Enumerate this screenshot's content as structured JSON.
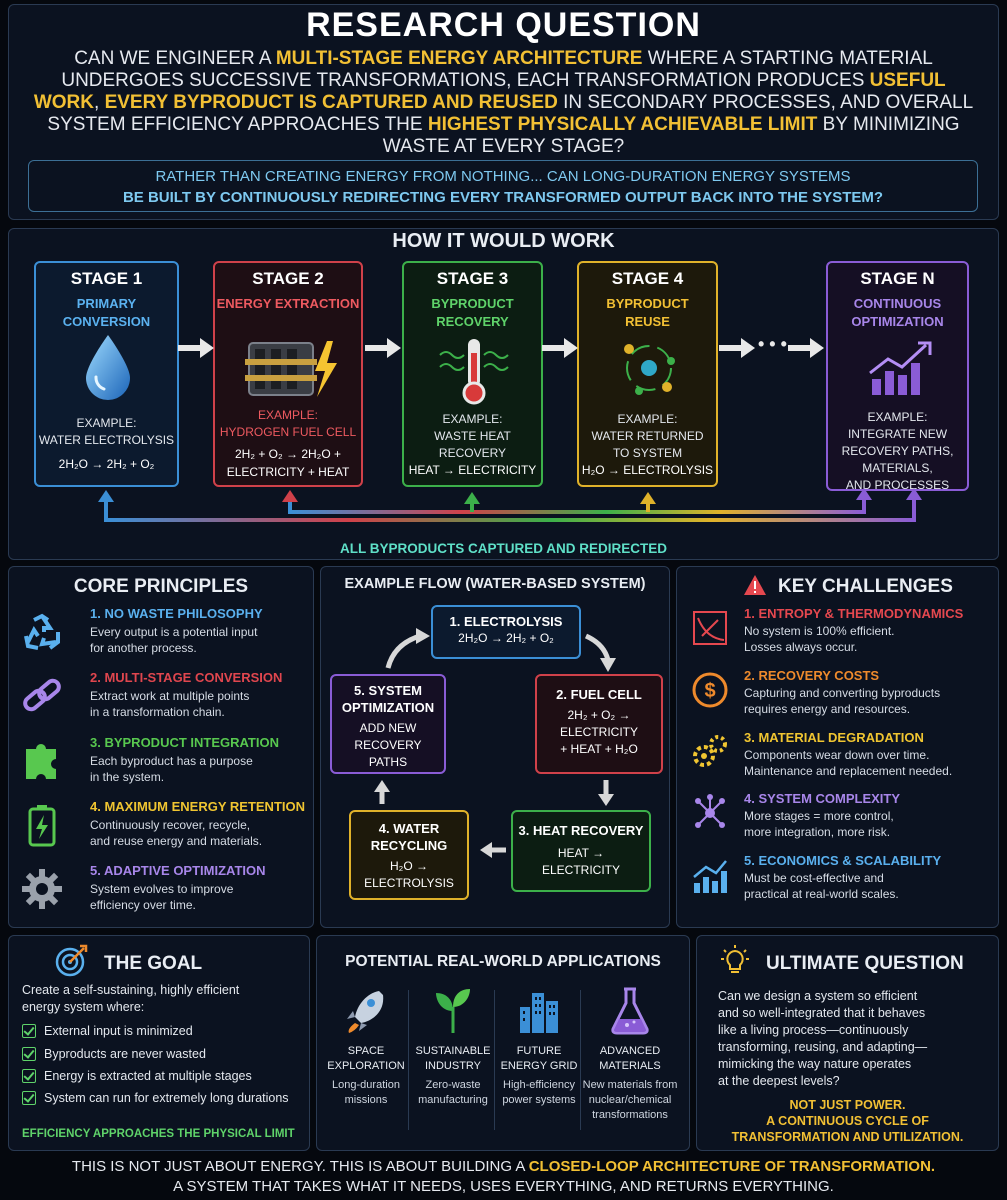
{
  "header": {
    "title": "RESEARCH QUESTION",
    "q1": "CAN WE ENGINEER A ",
    "q1_hl": "MULTI-STAGE ENERGY ARCHITECTURE",
    "q2": " WHERE A STARTING MATERIAL UNDERGOES SUCCESSIVE TRANSFORMATIONS, EACH TRANSFORMATION PRODUCES ",
    "q2_hl": "USEFUL WORK",
    "q3": ", ",
    "q3_hl": "EVERY BYPRODUCT IS CAPTURED AND REUSED",
    "q4": " IN SECONDARY PROCESSES, AND OVERALL SYSTEM EFFICIENCY APPROACHES THE ",
    "q4_hl": "HIGHEST PHYSICALLY ACHIEVABLE LIMIT",
    "q5": " BY MINIMIZING WASTE AT EVERY STAGE?",
    "sub1": "RATHER THAN CREATING ENERGY FROM NOTHING... CAN LONG-DURATION ENERGY SYSTEMS",
    "sub2": "BE BUILT BY CONTINUOUSLY REDIRECTING EVERY TRANSFORMED OUTPUT BACK INTO THE SYSTEM?"
  },
  "how": {
    "title": "HOW IT WOULD WORK",
    "stages": [
      {
        "label": "STAGE 1",
        "name1": "PRIMARY CONVERSION",
        "name2": "",
        "ex1": "EXAMPLE:",
        "ex2": "WATER ELECTROLYSIS",
        "ex3": "",
        "eq1": "2H₂O → 2H₂ + O₂",
        "eq2": "",
        "color": "#3b8fd6"
      },
      {
        "label": "STAGE 2",
        "name1": "ENERGY EXTRACTION",
        "name2": "",
        "ex1": "EXAMPLE:",
        "ex2": "HYDROGEN FUEL CELL",
        "ex3": "",
        "eq1": "2H₂ + O₂ → 2H₂O +",
        "eq2": "ELECTRICITY + HEAT",
        "color": "#d0414a"
      },
      {
        "label": "STAGE 3",
        "name1": "BYPRODUCT",
        "name2": "RECOVERY",
        "ex1": "EXAMPLE:",
        "ex2": "WASTE HEAT",
        "ex3": "RECOVERY",
        "eq1": "HEAT → ELECTRICITY",
        "eq2": "",
        "color": "#3cb04a"
      },
      {
        "label": "STAGE 4",
        "name1": "BYPRODUCT",
        "name2": "REUSE",
        "ex1": "EXAMPLE:",
        "ex2": "WATER RETURNED",
        "ex3": "TO SYSTEM",
        "eq1": "H₂O → ELECTROLYSIS",
        "eq2": "",
        "color": "#e0b22a"
      },
      {
        "label": "STAGE N",
        "name1": "CONTINUOUS",
        "name2": "OPTIMIZATION",
        "ex1": "EXAMPLE:",
        "ex2": "INTEGRATE NEW",
        "ex3": "RECOVERY PATHS,",
        "ex4": "MATERIALS,",
        "ex5": "AND PROCESSES",
        "eq1": "",
        "eq2": "",
        "color": "#8a5cd6"
      }
    ],
    "dots": "• • •",
    "loop_label": "ALL BYPRODUCTS CAPTURED AND REDIRECTED"
  },
  "principles": {
    "title": "CORE PRINCIPLES",
    "items": [
      {
        "title": "1. NO WASTE PHILOSOPHY",
        "d1": "Every output is a potential input",
        "d2": "for another process.",
        "color": "#5ab0ee",
        "icon": "recycle-icon"
      },
      {
        "title": "2. MULTI-STAGE CONVERSION",
        "d1": "Extract work at multiple points",
        "d2": "in a transformation chain.",
        "color": "#e0464e",
        "icon": "chain-link-icon"
      },
      {
        "title": "3. BYPRODUCT INTEGRATION",
        "d1": "Each byproduct has a purpose",
        "d2": "in the system.",
        "color": "#58c84f",
        "icon": "puzzle-icon"
      },
      {
        "title": "4. MAXIMUM ENERGY RETENTION",
        "d1": "Continuously recover, recycle,",
        "d2": "and reuse energy and materials.",
        "color": "#f0c531",
        "icon": "battery-icon"
      },
      {
        "title": "5. ADAPTIVE OPTIMIZATION",
        "d1": "System evolves to improve",
        "d2": "efficiency over time.",
        "color": "#a886ea",
        "icon": "gear-icon"
      }
    ]
  },
  "flow": {
    "title": "EXAMPLE FLOW (WATER-BASED SYSTEM)",
    "electrolysis": {
      "t": "1. ELECTROLYSIS",
      "l1": "2H₂O → 2H₂ + O₂"
    },
    "fuel": {
      "t": "2. FUEL CELL",
      "l1": "2H₂ + O₂ →",
      "l2": "ELECTRICITY",
      "l3": "+ HEAT + H₂O"
    },
    "heat": {
      "t": "3. HEAT RECOVERY",
      "l1": "HEAT →",
      "l2": "ELECTRICITY"
    },
    "water": {
      "t1": "4. WATER",
      "t2": "RECYCLING",
      "l1": "H₂O →",
      "l2": "ELECTROLYSIS"
    },
    "opt": {
      "t1": "5. SYSTEM",
      "t2": "OPTIMIZATION",
      "l1": "ADD NEW",
      "l2": "RECOVERY",
      "l3": "PATHS"
    }
  },
  "challenges": {
    "title": "KEY CHALLENGES",
    "items": [
      {
        "title": "1. ENTROPY & THERMODYNAMICS",
        "d1": "No system is 100% efficient.",
        "d2": "Losses always occur.",
        "color": "#e5484f",
        "icon": "entropy-chart-icon"
      },
      {
        "title": "2. RECOVERY COSTS",
        "d1": "Capturing and converting byproducts",
        "d2": "requires energy and resources.",
        "color": "#ee8a2c",
        "icon": "dollar-icon"
      },
      {
        "title": "3. MATERIAL DEGRADATION",
        "d1": "Components wear down over time.",
        "d2": "Maintenance and replacement needed.",
        "color": "#f0c531",
        "icon": "gears-icon"
      },
      {
        "title": "4. SYSTEM COMPLEXITY",
        "d1": "More stages = more control,",
        "d2": "more integration, more risk.",
        "color": "#a886ea",
        "icon": "network-icon"
      },
      {
        "title": "5. ECONOMICS & SCALABILITY",
        "d1": "Must be cost-effective and",
        "d2": "practical at real-world scales.",
        "color": "#5ab0ee",
        "icon": "growth-chart-icon"
      }
    ]
  },
  "goal": {
    "title": "THE GOAL",
    "intro1": "Create a self-sustaining, highly efficient",
    "intro2": "energy system where:",
    "items": [
      "External input is minimized",
      "Byproducts are never wasted",
      "Energy is extracted at multiple stages",
      "System can run for extremely long durations"
    ],
    "footer": "EFFICIENCY APPROACHES THE PHYSICAL LIMIT"
  },
  "apps": {
    "title": "POTENTIAL REAL-WORLD APPLICATIONS",
    "items": [
      {
        "n1": "SPACE",
        "n2": "EXPLORATION",
        "d1": "Long-duration",
        "d2": "missions",
        "d3": "",
        "icon": "rocket-icon"
      },
      {
        "n1": "SUSTAINABLE",
        "n2": "INDUSTRY",
        "d1": "Zero-waste",
        "d2": "manufacturing",
        "d3": "",
        "icon": "plant-icon"
      },
      {
        "n1": "FUTURE",
        "n2": "ENERGY GRID",
        "d1": "High-efficiency",
        "d2": "power systems",
        "d3": "",
        "icon": "city-icon"
      },
      {
        "n1": "ADVANCED",
        "n2": "MATERIALS",
        "d1": "New materials from",
        "d2": "nuclear/chemical",
        "d3": "transformations",
        "icon": "flask-icon"
      }
    ]
  },
  "ultimate": {
    "title": "ULTIMATE QUESTION",
    "l1": "Can we design a system so efficient",
    "l2": "and so well-integrated that it behaves",
    "l3": "like a living process—continuously",
    "l4": "transforming, reusing, and adapting—",
    "l5": "mimicking the way nature operates",
    "l6": "at the deepest levels?",
    "h1": "NOT JUST POWER.",
    "h2": "A CONTINUOUS CYCLE OF",
    "h3": "TRANSFORMATION AND UTILIZATION."
  },
  "footer": {
    "a": "THIS IS NOT JUST ABOUT ENERGY. THIS IS ABOUT BUILDING A ",
    "a_hl": "CLOSED-LOOP ARCHITECTURE OF TRANSFORMATION.",
    "b": "A SYSTEM THAT TAKES WHAT IT NEEDS, USES EVERYTHING, AND RETURNS EVERYTHING."
  },
  "colors": {
    "accent": "#f2c034",
    "cyan": "#7ec9f0",
    "panel_border": "#2a3a52"
  }
}
